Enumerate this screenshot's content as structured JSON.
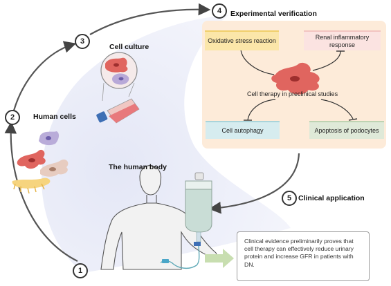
{
  "steps": {
    "s1": "1",
    "s2": "2",
    "s3": "3",
    "s4": "4",
    "s5": "5"
  },
  "labels": {
    "human_cells": "Human cells",
    "cell_culture": "Cell culture",
    "experimental_verification": "Experimental verification",
    "human_body": "The human body",
    "clinical_application": "Clinical application"
  },
  "experiment": {
    "center": "Cell therapy in preclinical studies",
    "oxidative_stress": "Oxidative stress reaction",
    "renal_inflammatory": "Renal inflammatory response",
    "cell_autophagy": "Cell autophagy",
    "apoptosis": "Apoptosis of podocytes"
  },
  "evidence_text": "Clinical evidence preliminarily proves that cell therapy can effectively reduce urinary protein and increase GFR in patients with DN.",
  "colors": {
    "oxidative_box": "#fbe6a9",
    "renal_box": "#fbe3e1",
    "autophagy_box": "#d6ecef",
    "apoptosis_box": "#dfe9d8",
    "panel_bg": "#fdebd9",
    "sweep_bg": "#e9ecf8",
    "cell_red": "#e0655f",
    "arrow_green": "#c8deb0"
  }
}
